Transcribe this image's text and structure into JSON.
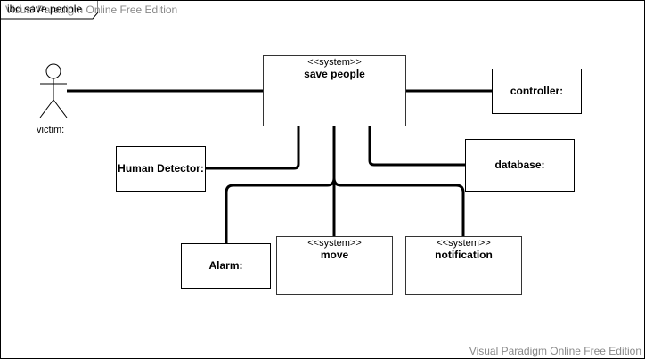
{
  "frame": {
    "label": "ibd save people"
  },
  "watermark": {
    "text": "Visual Paradigm Online Free Edition"
  },
  "actor": {
    "label": "victim:"
  },
  "blocks": {
    "save_people": {
      "stereotype": "<<system>>",
      "name": "save people"
    },
    "controller": {
      "name": "controller:"
    },
    "human_detector": {
      "name": "Human Detector:"
    },
    "database": {
      "name": "database:"
    },
    "alarm": {
      "name": "Alarm:"
    },
    "move": {
      "stereotype": "<<system>>",
      "name": "move"
    },
    "notification": {
      "stereotype": "<<system>>",
      "name": "notification"
    }
  }
}
